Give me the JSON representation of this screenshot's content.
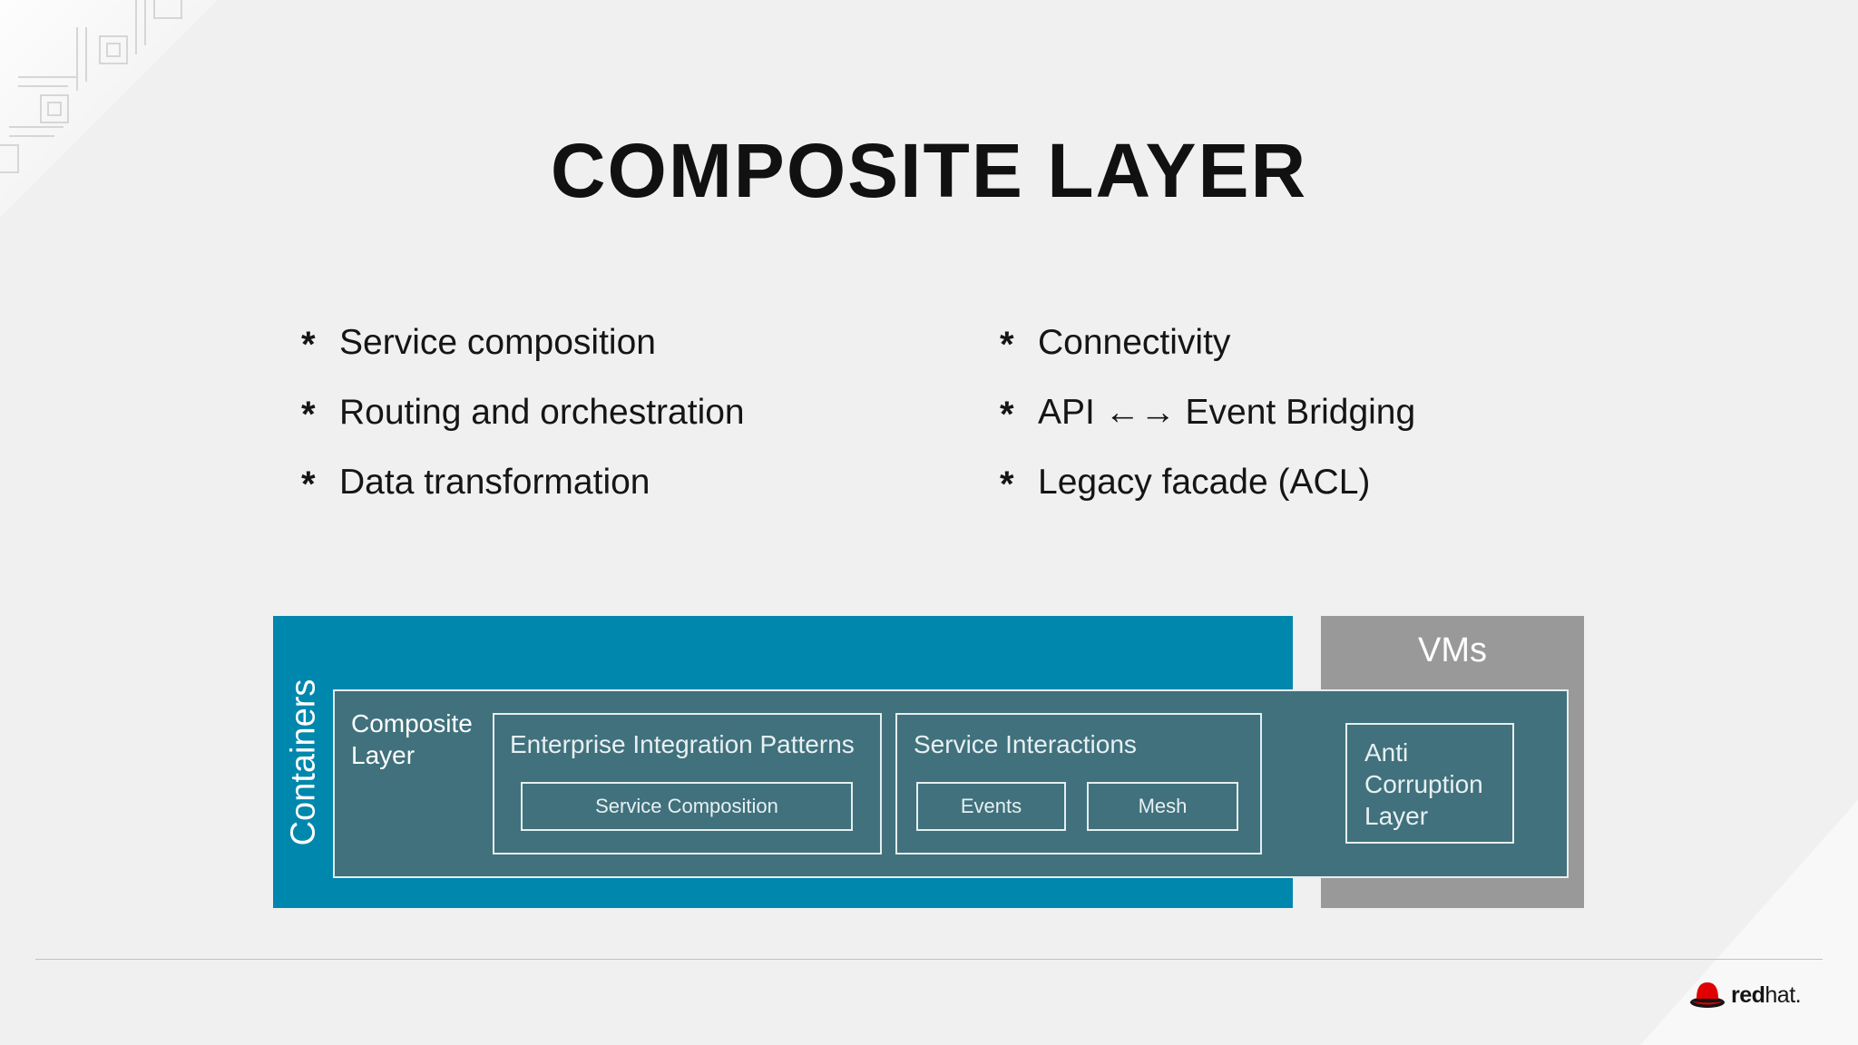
{
  "slide": {
    "title": "COMPOSITE LAYER"
  },
  "bullets": {
    "left": [
      "Service composition",
      "Routing and orchestration",
      "Data transformation"
    ],
    "right": [
      "Connectivity",
      "API ←→ Event Bridging",
      "Legacy facade (ACL)"
    ],
    "marker": "*"
  },
  "diagram": {
    "containers_label": "Containers",
    "vms_label": "VMs",
    "composite_label": "Composite Layer",
    "eip_panel": {
      "title": "Enterprise Integration Patterns",
      "items": [
        "Service Composition"
      ]
    },
    "interactions_panel": {
      "title": "Service Interactions",
      "items": [
        "Events",
        "Mesh"
      ]
    },
    "acl_label": "Anti Corruption Layer",
    "colors": {
      "containers": "#0087ad",
      "vms": "#999999",
      "composite": "#40717d"
    }
  },
  "logo": {
    "icon": "redhat-icon",
    "text_bold": "red",
    "text_light": "hat."
  }
}
